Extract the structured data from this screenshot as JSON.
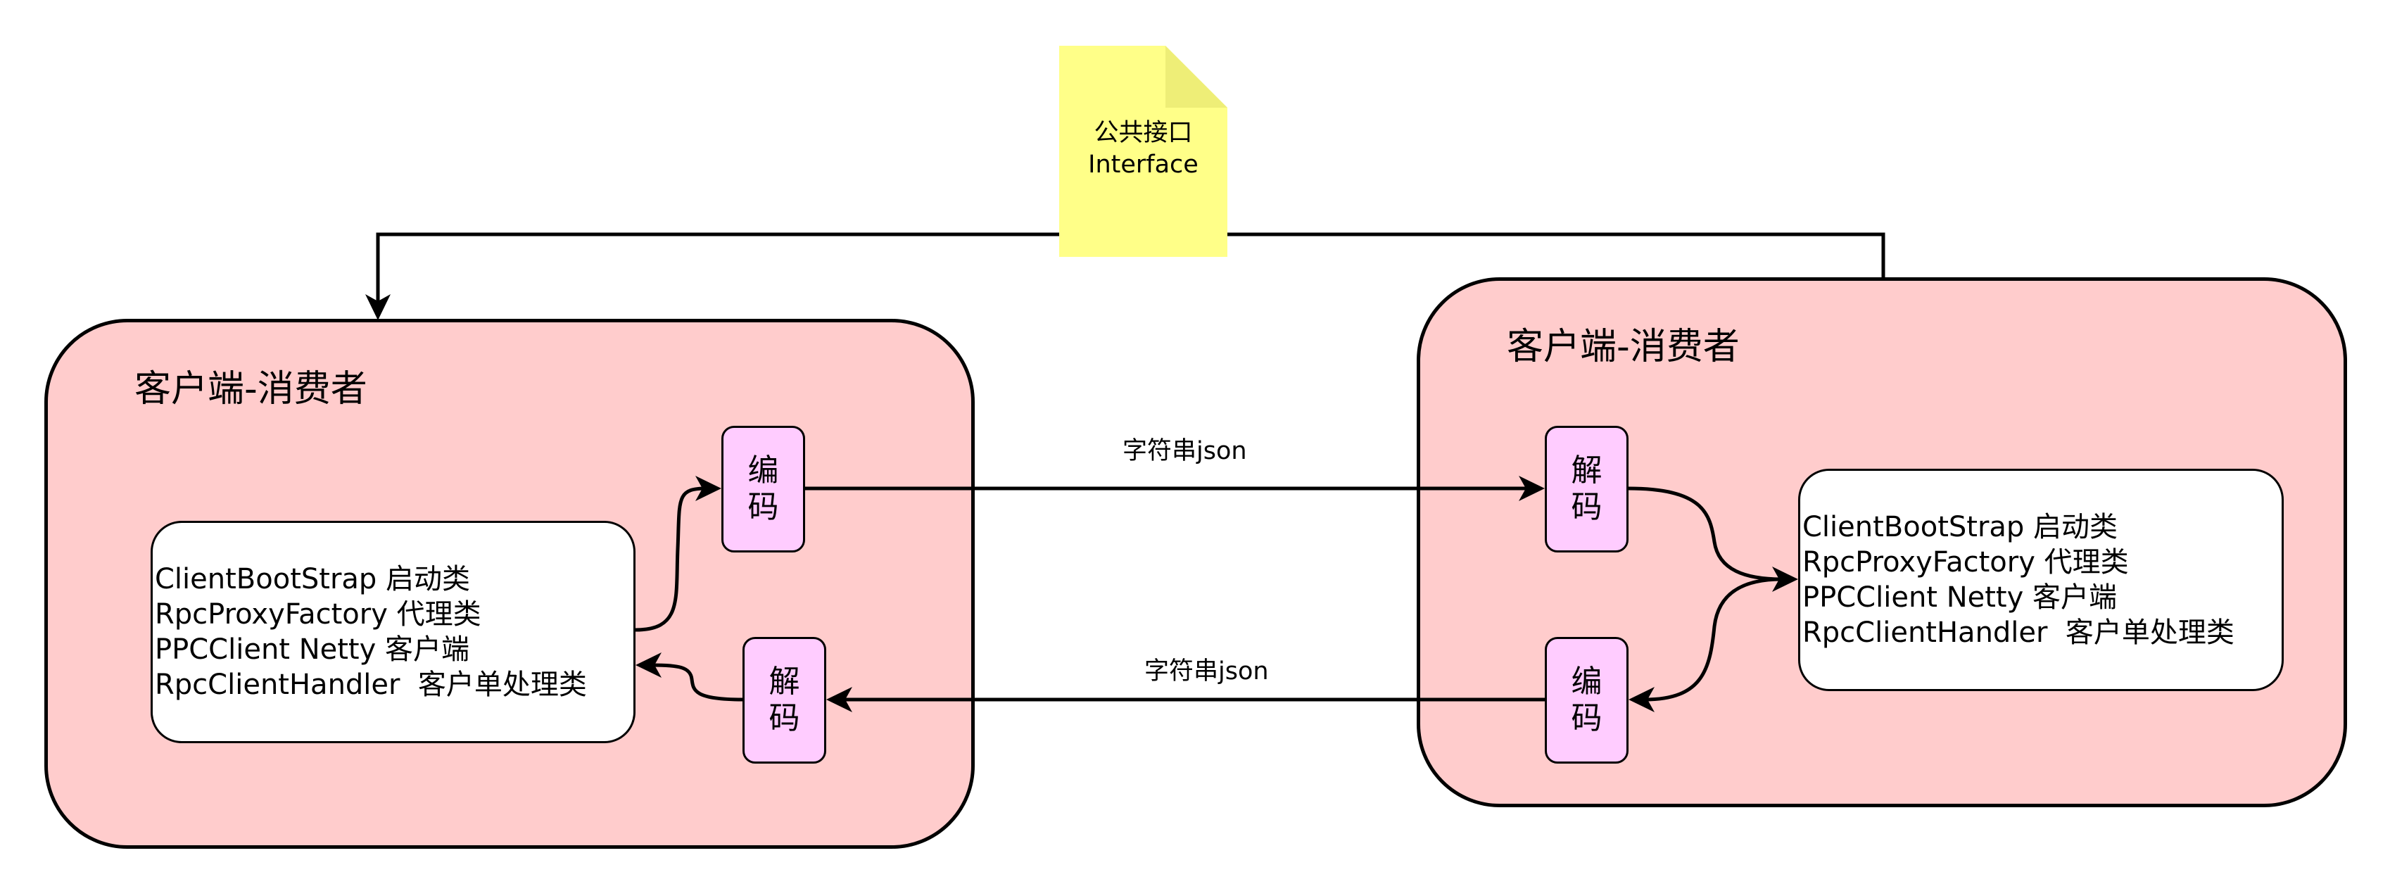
{
  "note": {
    "line1": "公共接口",
    "line2": "Interface",
    "color": "#ffff88",
    "fold_color": "#eeee77"
  },
  "left_container": {
    "title": "客户端-消费者",
    "encoder": {
      "char1": "编",
      "char2": "码"
    },
    "decoder": {
      "char1": "解",
      "char2": "码"
    },
    "classes": [
      "ClientBootStrap 启动类",
      "RpcProxyFactory 代理类",
      "PPCClient Netty 客户端",
      "RpcClientHandler  客户单处理类"
    ]
  },
  "right_container": {
    "title": "客户端-消费者",
    "decoder": {
      "char1": "解",
      "char2": "码"
    },
    "encoder": {
      "char1": "编",
      "char2": "码"
    },
    "classes": [
      "ClientBootStrap 启动类",
      "RpcProxyFactory 代理类",
      "PPCClient Netty 客户端",
      "RpcClientHandler  客户单处理类"
    ]
  },
  "edges": {
    "top_label": "字符串json",
    "bottom_label": "字符串json"
  },
  "colors": {
    "container_fill": "#ffcccc",
    "codec_fill": "#ffccff",
    "class_fill": "#ffffff",
    "stroke": "#000000"
  }
}
